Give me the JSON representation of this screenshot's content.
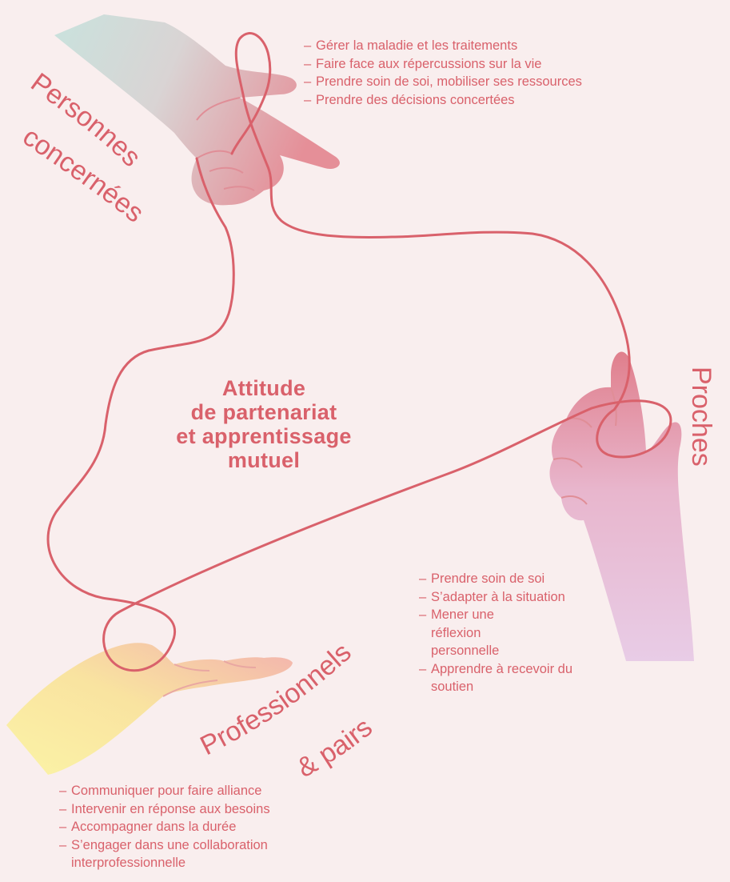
{
  "groups": {
    "personnes": {
      "label_line1": "Personnes",
      "label_line2": "concernées",
      "items": [
        "Gérer la maladie et les traitements",
        "Faire face aux répercussions sur la vie",
        "Prendre soin de soi, mobiliser ses ressources",
        "Prendre des décisions concertées"
      ]
    },
    "proches": {
      "label": "Proches",
      "items": [
        "Prendre soin de soi",
        "S’adapter à la situation",
        "Mener une réflexion personnelle",
        "Apprendre à recevoir du soutien"
      ]
    },
    "professionnels": {
      "label_line1": "Professionnels",
      "label_line2": "& pairs",
      "items": [
        "Communiquer pour faire alliance",
        "Intervenir en réponse aux besoins",
        "Accompagner dans la durée",
        "S’engager dans une collaboration interprofessionnelle"
      ]
    }
  },
  "center": {
    "line1": "Attitude",
    "line2": "de partenariat",
    "line3": "et apprentissage",
    "line4": "mutuel"
  },
  "colors": {
    "background": "#f9eeee",
    "accent": "#d9616b",
    "hand_personnes": "#c9e2dd",
    "hand_proches": "#e8c4e0",
    "hand_pros": "#fbf0a6"
  }
}
